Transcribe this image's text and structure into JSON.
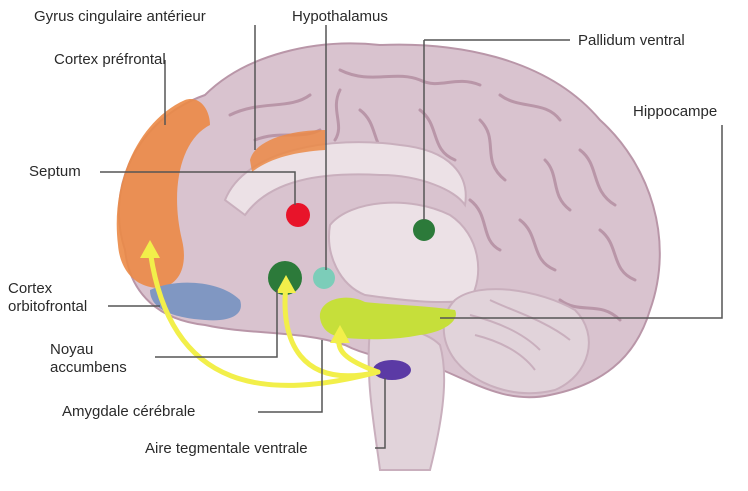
{
  "labels": {
    "gyrus": "Gyrus cingulaire antérieur",
    "hypothalamus": "Hypothalamus",
    "pallidum": "Pallidum ventral",
    "cortex_prefrontal": "Cortex préfrontal",
    "hippocampe": "Hippocampe",
    "septum": "Septum",
    "cortex_orbito_line1": "Cortex",
    "cortex_orbito_line2": "orbitofrontal",
    "noyau_line1": "Noyau",
    "noyau_line2": "accumbens",
    "amygdale": "Amygdale cérébrale",
    "aire_tegmentale": "Aire tegmentale ventrale"
  },
  "colors": {
    "brain": "#d9c3cf",
    "brain_dark": "#c9afbd",
    "sulcus": "#b996a8",
    "inner": "#ece1e6",
    "orange": "#eb8a46",
    "blue": "#8097c2",
    "red": "#e8142a",
    "dark_green": "#2c7a3a",
    "teal": "#7ccdb9",
    "lime": "#c6df3a",
    "purple": "#5b3aa5",
    "arrow": "#f2ef4a",
    "line": "#555555"
  }
}
